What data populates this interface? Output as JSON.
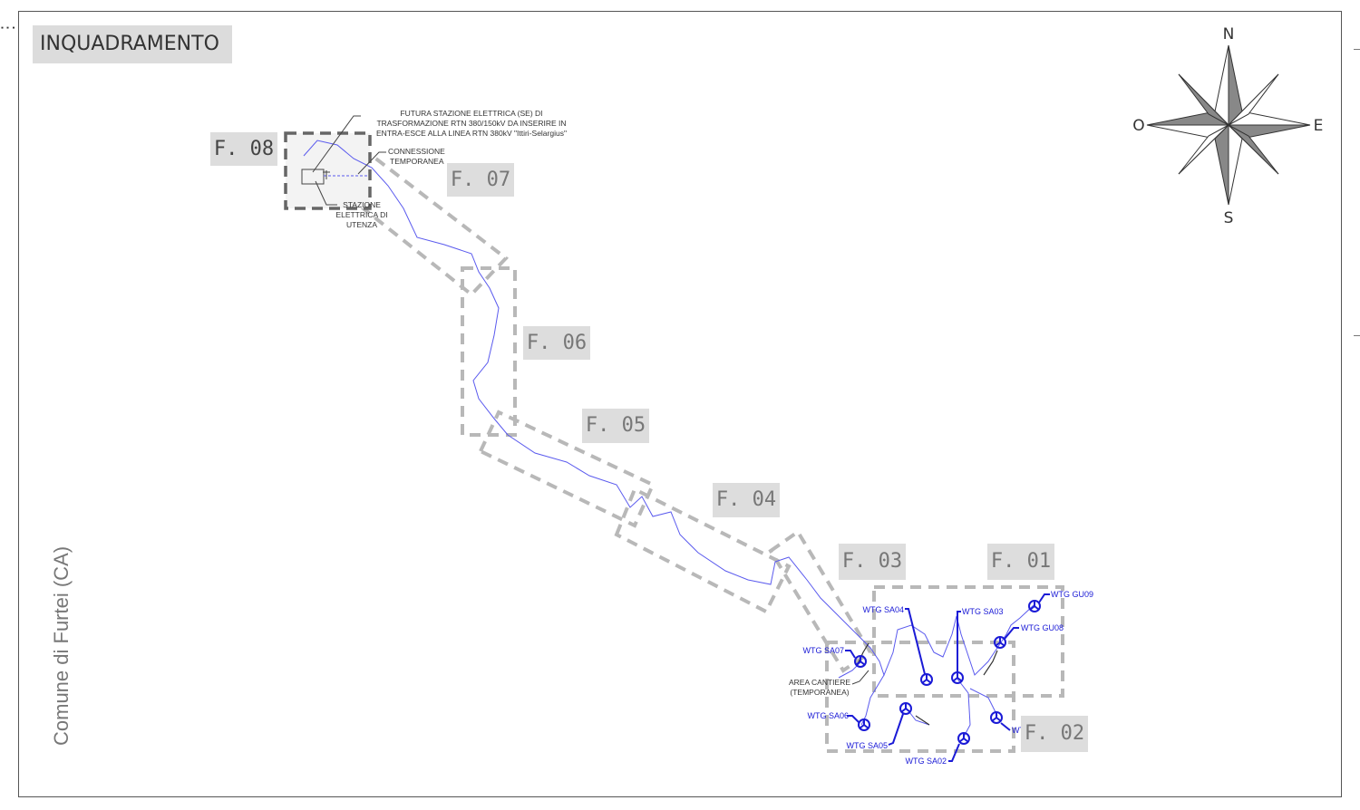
{
  "title": "INQUADRAMENTO",
  "side_label": "Comune di Furtei (CA)",
  "compass": {
    "north": "N",
    "south": "S",
    "east": "E",
    "west": "O"
  },
  "sheets": [
    "F. 01",
    "F. 02",
    "F. 03",
    "F. 04",
    "F. 05",
    "F. 06",
    "F. 07",
    "F. 08"
  ],
  "annotations": {
    "future_station": [
      "FUTURA STAZIONE ELETTRICA (SE) DI",
      "TRASFORMAZIONE RTN 380/150kV DA INSERIRE IN",
      "ENTRA-ESCE ALLA LINEA RTN 380kV \"Ittiri-Selargius\""
    ],
    "connection": [
      "CONNESSIONE",
      "TEMPORANEA"
    ],
    "user_station": [
      "STAZIONE",
      "ELETTRICA DI",
      "UTENZA"
    ],
    "site_area": [
      "AREA CANTIERE",
      "(TEMPORANEA)"
    ]
  },
  "turbines": [
    "WTG SA01",
    "WTG SA02",
    "WTG SA03",
    "WTG SA04",
    "WTG SA05",
    "WTG SA06",
    "WTG SA07",
    "WTG GU08",
    "WTG GU09"
  ],
  "colors": {
    "turbine": "#1a1ad6",
    "route": "#5555ee",
    "sheet_frame": "#b5b5b5",
    "frame_dark": "#666666"
  }
}
